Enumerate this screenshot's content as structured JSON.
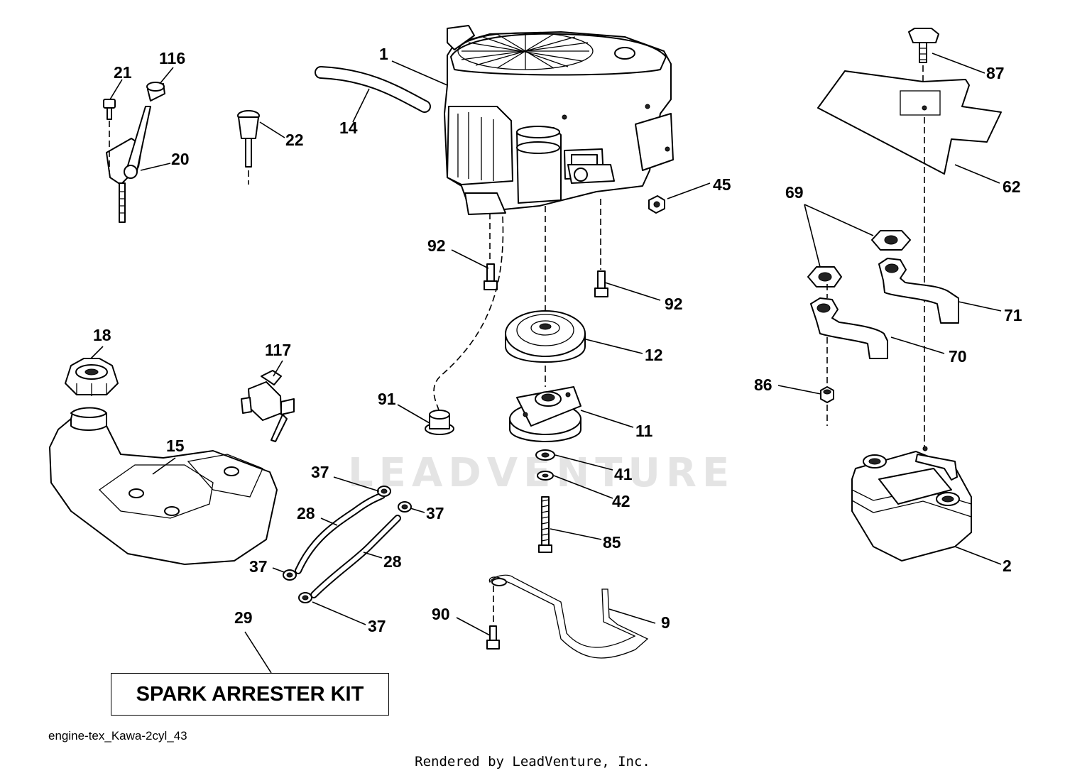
{
  "watermark": "LEADVENTURE",
  "kit_box_label": "SPARK ARRESTER KIT",
  "diagram_id": "engine-tex_Kawa-2cyl_43",
  "credit": "Rendered by LeadVenture, Inc.",
  "callouts": [
    {
      "key": "c1",
      "text": "1"
    },
    {
      "key": "c14",
      "text": "14"
    },
    {
      "key": "c21",
      "text": "21"
    },
    {
      "key": "c116",
      "text": "116"
    },
    {
      "key": "c22",
      "text": "22"
    },
    {
      "key": "c20",
      "text": "20"
    },
    {
      "key": "c87",
      "text": "87"
    },
    {
      "key": "c45",
      "text": "45"
    },
    {
      "key": "c62",
      "text": "62"
    },
    {
      "key": "c69",
      "text": "69"
    },
    {
      "key": "c92a",
      "text": "92"
    },
    {
      "key": "c92b",
      "text": "92"
    },
    {
      "key": "c71",
      "text": "71"
    },
    {
      "key": "c18",
      "text": "18"
    },
    {
      "key": "c117",
      "text": "117"
    },
    {
      "key": "c12",
      "text": "12"
    },
    {
      "key": "c70",
      "text": "70"
    },
    {
      "key": "c86",
      "text": "86"
    },
    {
      "key": "c91",
      "text": "91"
    },
    {
      "key": "c11",
      "text": "11"
    },
    {
      "key": "c15",
      "text": "15"
    },
    {
      "key": "c37a",
      "text": "37"
    },
    {
      "key": "c41",
      "text": "41"
    },
    {
      "key": "c42",
      "text": "42"
    },
    {
      "key": "c28a",
      "text": "28"
    },
    {
      "key": "c37b",
      "text": "37"
    },
    {
      "key": "c85",
      "text": "85"
    },
    {
      "key": "c28b",
      "text": "28"
    },
    {
      "key": "c2",
      "text": "2"
    },
    {
      "key": "c37c",
      "text": "37"
    },
    {
      "key": "c37d",
      "text": "37"
    },
    {
      "key": "c29",
      "text": "29"
    },
    {
      "key": "c90",
      "text": "90"
    },
    {
      "key": "c9",
      "text": "9"
    }
  ]
}
